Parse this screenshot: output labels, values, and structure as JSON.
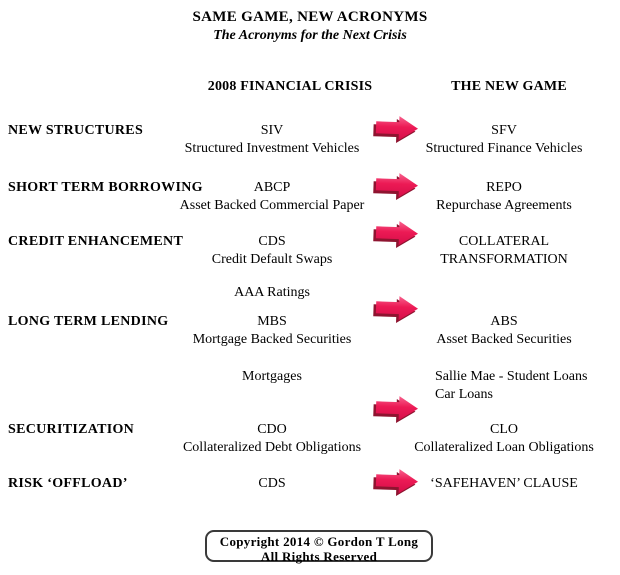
{
  "title": "SAME GAME, NEW ACRONYMS",
  "subtitle": "The Acronyms for the Next Crisis",
  "columns": {
    "old_header": "2008 FINANCIAL CRISIS",
    "new_header": "THE NEW GAME"
  },
  "rows": [
    {
      "label": "NEW STRUCTURES",
      "old_acronym": "SIV",
      "old_full": "Structured Investment Vehicles",
      "new_acronym": "SFV",
      "new_full": "Structured Finance Vehicles"
    },
    {
      "label": "SHORT TERM BORROWING",
      "old_acronym": "ABCP",
      "old_full": "Asset Backed Commercial Paper",
      "new_acronym": "REPO",
      "new_full": "Repurchase Agreements"
    },
    {
      "label": "CREDIT ENHANCEMENT",
      "old_acronym": "CDS",
      "old_full": "Credit Default Swaps",
      "new_acronym": "COLLATERAL",
      "new_full": "TRANSFORMATION"
    },
    {
      "label": "LONG TERM LENDING",
      "old_acronym": "MBS",
      "old_full": "Mortgage Backed Securities",
      "new_acronym": "ABS",
      "new_full": "Asset Backed Securities"
    },
    {
      "label": "SECURITIZATION",
      "old_acronym": "CDO",
      "old_full": "Collateralized Debt Obligations",
      "new_acronym": "CLO",
      "new_full": "Collateralized Loan Obligations"
    },
    {
      "label": "RISK ‘OFFLOAD’",
      "old_acronym": "CDS",
      "new_acronym": "‘SAFEHAVEN’ CLAUSE"
    }
  ],
  "notes": {
    "aaa_ratings": "AAA Ratings",
    "mortgages": "Mortgages",
    "new_examples": [
      "Sallie Mae - Student Loans",
      "Car Loans"
    ]
  },
  "footer": {
    "line1": "Copyright 2014 © Gordon T Long",
    "line2": "All Rights Reserved"
  },
  "arrow": {
    "icon": "right-block-arrow-icon",
    "color_main": "#EC1A55",
    "color_light": "#F8638F",
    "color_dark": "#D60E49",
    "color_shadow": "#8E1430"
  }
}
